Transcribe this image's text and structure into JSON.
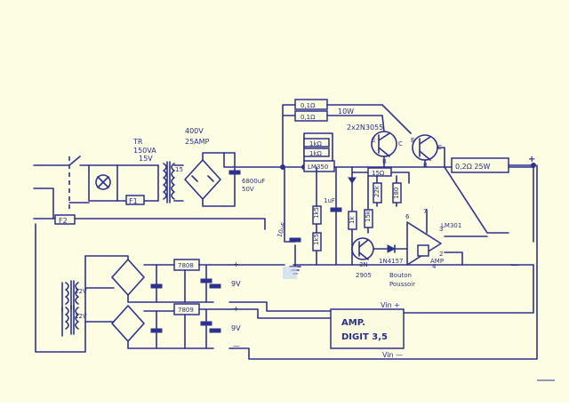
{
  "colors": {
    "paper": "#fcfde3",
    "ink": "#2c3190",
    "blot": "#c9d7f3"
  },
  "labels": {
    "tr": "TR",
    "tr_va": "150VA",
    "tr_v": "15V",
    "sec_15": "15",
    "f1": "F1",
    "f2": "F2",
    "v400": "400V",
    "amp25": "25AMP",
    "cap_main": "6800uF",
    "cap_main_v": "50V",
    "r01a": "0,1Ω",
    "r01b": "0,1Ω",
    "w10": "10W",
    "q_pair": "2x2N3055",
    "r1k_a": "1kΩ",
    "r1k_b": "1kΩ",
    "lm350": "LM350",
    "r15": "15Ω",
    "r02": "0,2Ω 25W",
    "plus_out": "+",
    "minus_out": "—",
    "e1": "E",
    "c1": "C",
    "b1": "B",
    "e2": "E",
    "c2": "C",
    "b2": "B",
    "cap1uf": "1uF",
    "r1k5a": "1k5",
    "r1k5b": "1k5",
    "cap_10uf": "10uF",
    "r1k": "1k",
    "r15k": "15k",
    "r22k": "22k",
    "r180": "180",
    "d_1n4157": "1N4157",
    "q_3n": "3N",
    "q_2905": "2905",
    "ic_6": "6",
    "ic_7": "7",
    "ic_3": "3",
    "ic_2": "2",
    "ic_4": "4",
    "lm301": "LM301",
    "bouton": "Bouton",
    "poussoir": "Poussoir",
    "amp": "AMP",
    "v12a": "12V",
    "v12b": "12V",
    "reg7808": "7808",
    "reg7809": "7809",
    "v9a": "9V",
    "v9b": "9V",
    "amp_box_1": "AMP.",
    "amp_box_2": "DIGIT 3,5",
    "vin_plus": "Vin +",
    "vin_minus": "Vin —",
    "sym_plus_a": "+",
    "sym_minus_a": "—",
    "sym_plus_b": "+",
    "sym_minus_b": "—"
  }
}
